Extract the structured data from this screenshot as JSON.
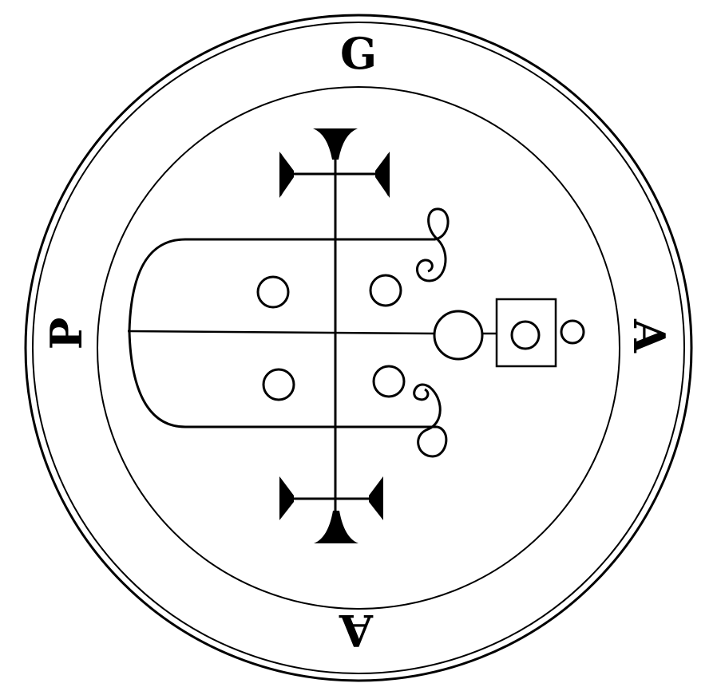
{
  "seal": {
    "letters": {
      "top": "G",
      "right": "A",
      "bottom": "A",
      "left": "P"
    },
    "ink_color": "#000000",
    "paper_color": "#ffffff"
  }
}
